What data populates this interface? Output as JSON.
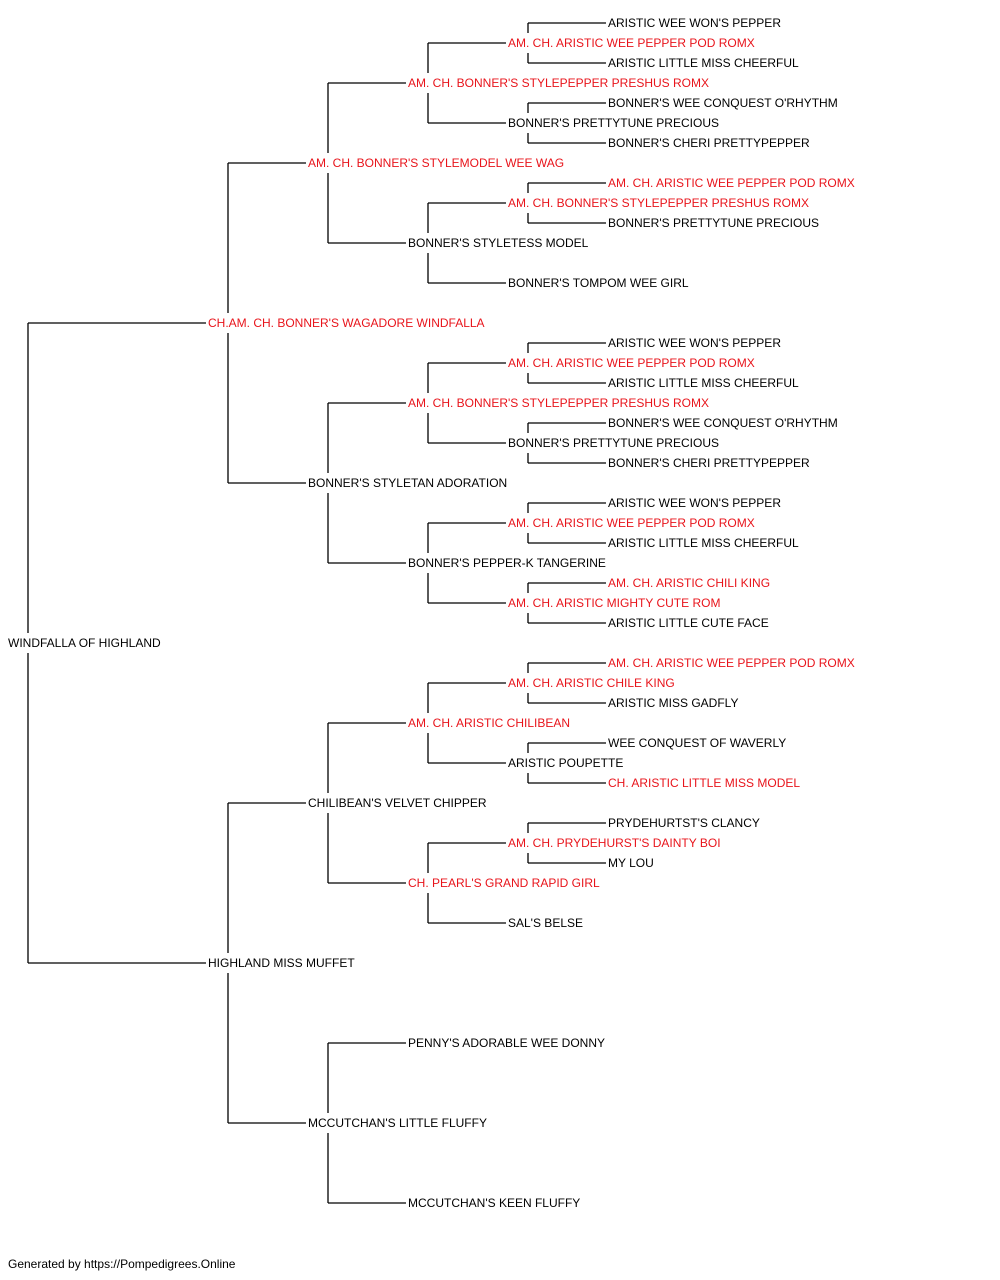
{
  "colors": {
    "champion": "#e8141b",
    "normal": "#000000",
    "connector": "#000000"
  },
  "pedigree": {
    "subject": "WINDFALLA OF HIGHLAND",
    "sire": {
      "name": "CH.AM. CH. BONNER'S WAGADORE WINDFALLA",
      "champion": true,
      "sire": {
        "name": "AM. CH. BONNER'S STYLEMODEL WEE WAG",
        "champion": true,
        "sire": {
          "name": "AM. CH. BONNER'S STYLEPEPPER PRESHUS ROMX",
          "champion": true,
          "sire": {
            "name": "AM. CH. ARISTIC WEE PEPPER POD ROMX",
            "champion": true,
            "sire": {
              "name": "ARISTIC WEE WON'S PEPPER",
              "champion": false
            },
            "dam": {
              "name": "ARISTIC LITTLE MISS CHEERFUL",
              "champion": false
            }
          },
          "dam": {
            "name": "BONNER'S PRETTYTUNE PRECIOUS",
            "champion": false,
            "sire": {
              "name": "BONNER'S WEE CONQUEST O'RHYTHM",
              "champion": false
            },
            "dam": {
              "name": "BONNER'S CHERI PRETTYPEPPER",
              "champion": false
            }
          }
        },
        "dam": {
          "name": "BONNER'S STYLETESS MODEL",
          "champion": false,
          "sire": {
            "name": "AM. CH. BONNER'S STYLEPEPPER PRESHUS ROMX",
            "champion": true,
            "sire": {
              "name": "AM. CH. ARISTIC WEE PEPPER POD ROMX",
              "champion": true
            },
            "dam": {
              "name": "BONNER'S PRETTYTUNE PRECIOUS",
              "champion": false
            }
          },
          "dam": {
            "name": "BONNER'S TOMPOM WEE GIRL",
            "champion": false
          }
        }
      },
      "dam": {
        "name": "BONNER'S STYLETAN ADORATION",
        "champion": false,
        "sire": {
          "name": "AM. CH. BONNER'S STYLEPEPPER PRESHUS ROMX",
          "champion": true,
          "sire": {
            "name": "AM. CH. ARISTIC WEE PEPPER POD ROMX",
            "champion": true,
            "sire": {
              "name": "ARISTIC WEE WON'S PEPPER",
              "champion": false
            },
            "dam": {
              "name": "ARISTIC LITTLE MISS CHEERFUL",
              "champion": false
            }
          },
          "dam": {
            "name": "BONNER'S PRETTYTUNE PRECIOUS",
            "champion": false,
            "sire": {
              "name": "BONNER'S WEE CONQUEST O'RHYTHM",
              "champion": false
            },
            "dam": {
              "name": "BONNER'S CHERI PRETTYPEPPER",
              "champion": false
            }
          }
        },
        "dam": {
          "name": "BONNER'S PEPPER-K TANGERINE",
          "champion": false,
          "sire": {
            "name": "AM. CH. ARISTIC WEE PEPPER POD ROMX",
            "champion": true,
            "sire": {
              "name": "ARISTIC WEE WON'S PEPPER",
              "champion": false
            },
            "dam": {
              "name": "ARISTIC LITTLE MISS CHEERFUL",
              "champion": false
            }
          },
          "dam": {
            "name": "AM. CH. ARISTIC MIGHTY CUTE ROM",
            "champion": true,
            "sire": {
              "name": "AM. CH. ARISTIC CHILI KING",
              "champion": true
            },
            "dam": {
              "name": "ARISTIC LITTLE CUTE FACE",
              "champion": false
            }
          }
        }
      }
    },
    "dam": {
      "name": "HIGHLAND MISS MUFFET",
      "champion": false,
      "sire": {
        "name": "CHILIBEAN'S VELVET CHIPPER",
        "champion": false,
        "sire": {
          "name": "AM. CH. ARISTIC CHILIBEAN",
          "champion": true,
          "sire": {
            "name": "AM. CH. ARISTIC CHILE KING",
            "champion": true,
            "sire": {
              "name": "AM. CH. ARISTIC WEE PEPPER POD ROMX",
              "champion": true
            },
            "dam": {
              "name": "ARISTIC MISS GADFLY",
              "champion": false
            }
          },
          "dam": {
            "name": "ARISTIC POUPETTE",
            "champion": false,
            "sire": {
              "name": "WEE CONQUEST OF WAVERLY",
              "champion": false
            },
            "dam": {
              "name": "CH. ARISTIC LITTLE MISS MODEL",
              "champion": true
            }
          }
        },
        "dam": {
          "name": "CH. PEARL'S GRAND RAPID GIRL",
          "champion": true,
          "sire": {
            "name": "AM. CH. PRYDEHURST'S DAINTY BOI",
            "champion": true,
            "sire": {
              "name": "PRYDEHURTST'S CLANCY",
              "champion": false
            },
            "dam": {
              "name": "MY LOU",
              "champion": false
            }
          },
          "dam": {
            "name": "SAL'S BELSE",
            "champion": false
          }
        }
      },
      "dam": {
        "name": "MCCUTCHAN'S LITTLE FLUFFY",
        "champion": false,
        "sire": {
          "name": "PENNY'S ADORABLE WEE DONNY",
          "champion": false
        },
        "dam": {
          "name": "MCCUTCHAN'S KEEN FLUFFY",
          "champion": false
        }
      }
    }
  },
  "footer": "Generated by https://Pompedigrees.Online"
}
